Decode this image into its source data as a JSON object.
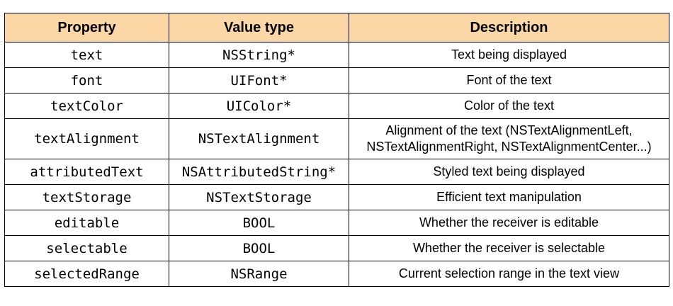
{
  "table": {
    "header_color": "#fbd7a6",
    "headers": [
      "Property",
      "Value type",
      "Description"
    ],
    "rows": [
      {
        "property": "text",
        "value_type": "NSString*",
        "description": "Text being displayed"
      },
      {
        "property": "font",
        "value_type": "UIFont*",
        "description": "Font of the text"
      },
      {
        "property": "textColor",
        "value_type": "UIColor*",
        "description": "Color of the text"
      },
      {
        "property": "textAlignment",
        "value_type": "NSTextAlignment",
        "description": "Alignment of the text (NSTextAlignmentLeft, NSTextAlignmentRight, NSTextAlignmentCenter...)"
      },
      {
        "property": "attributedText",
        "value_type": "NSAttributedString*",
        "description": "Styled text being displayed"
      },
      {
        "property": "textStorage",
        "value_type": "NSTextStorage",
        "description": "Efficient text manipulation"
      },
      {
        "property": "editable",
        "value_type": "BOOL",
        "description": "Whether the receiver is editable"
      },
      {
        "property": "selectable",
        "value_type": "BOOL",
        "description": "Whether the receiver is selectable"
      },
      {
        "property": "selectedRange",
        "value_type": "NSRange",
        "description": "Current selection range in the text view"
      }
    ]
  }
}
